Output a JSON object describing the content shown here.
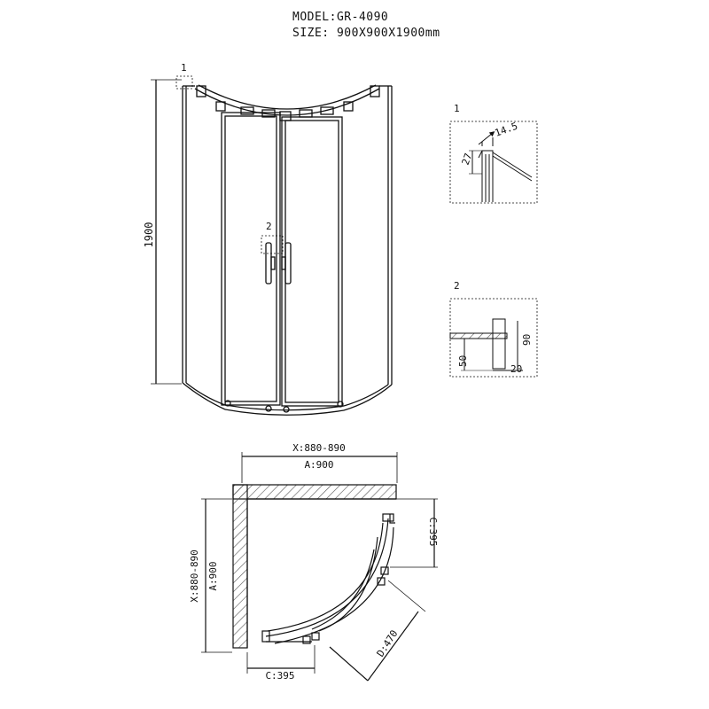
{
  "header": {
    "model_label": "MODEL:",
    "model_value": "GR-4090",
    "size_label": "SIZE:",
    "size_value": "900X900X1900mm"
  },
  "elevation": {
    "height_dim": "1900",
    "callout_1": "1",
    "callout_2": "2"
  },
  "detail_1": {
    "label": "1",
    "dim_width": "14.5",
    "dim_height": "27"
  },
  "detail_2": {
    "label": "2",
    "dim_90": "90",
    "dim_50": "50",
    "dim_20": "20"
  },
  "plan": {
    "top_x": "X:880-890",
    "top_a": "A:900",
    "left_x": "X:880-890",
    "left_a": "A:900",
    "right_c": "C:395",
    "bottom_c": "C:395",
    "diag_d": "D:470"
  },
  "colors": {
    "line": "#111111",
    "hatch": "#555555"
  }
}
